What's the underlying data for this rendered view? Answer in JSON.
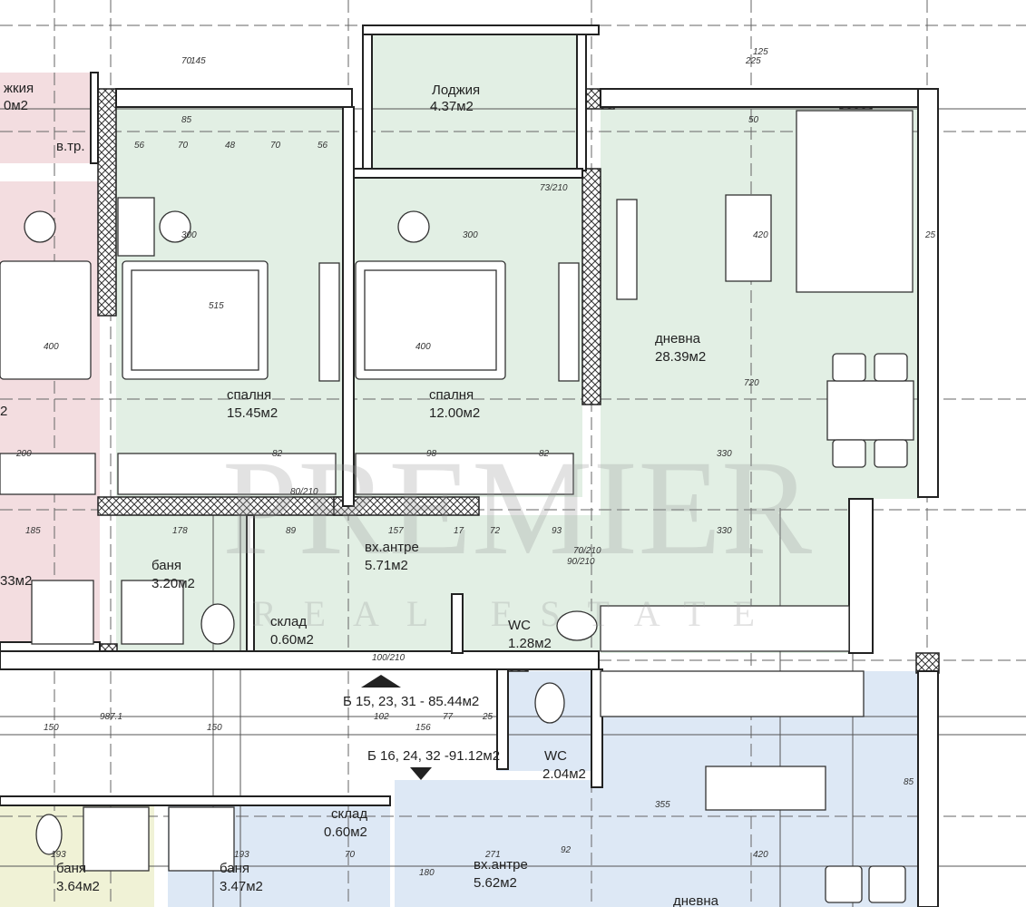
{
  "colors": {
    "green_room": "#e2efe4",
    "pink_room": "#f3dde0",
    "blue_room": "#dde8f5",
    "yellow_room": "#f0f2d6",
    "wall": "#222222"
  },
  "rooms": {
    "loggia_left": {
      "name": "жкия",
      "area": "0м2"
    },
    "vtr": "в.тр.",
    "loggia": {
      "name": "Лоджия",
      "area": "4.37м2"
    },
    "bedroom1": {
      "name": "спалня",
      "area": "15.45м2"
    },
    "bedroom2": {
      "name": "спалня",
      "area": "12.00м2"
    },
    "living1": {
      "name": "дневна",
      "area": "28.39м2"
    },
    "bath1": {
      "name": "баня",
      "area": "3.20м2"
    },
    "storage1": {
      "name": "склад",
      "area": "0.60м2"
    },
    "entry1": {
      "name": "вх.антре",
      "area": "5.71м2"
    },
    "wc1": {
      "name": "WC",
      "area": "1.28м2"
    },
    "left_partial_1": "2",
    "left_partial_2": "33м2",
    "wc2": {
      "name": "WC",
      "area": "2.04м2"
    },
    "storage2": {
      "name": "склад",
      "area": "0.60м2"
    },
    "bath2": {
      "name": "баня",
      "area": "3.64м2"
    },
    "bath3": {
      "name": "баня",
      "area": "3.47м2"
    },
    "entry2": {
      "name": "вх.антре",
      "area": "5.62м2"
    },
    "living2": {
      "name": "дневна"
    }
  },
  "apartments": {
    "upper": "Б 15, 23, 31 - 85.44м2",
    "lower": "Б 16, 24, 32 -91.12м2"
  },
  "dimensions": {
    "top": [
      "56",
      "70",
      "48",
      "70",
      "56"
    ],
    "window": [
      "70",
      "145",
      "85",
      "225",
      "125",
      "50",
      "25"
    ],
    "bedroom": [
      "300",
      "515",
      "400",
      "200",
      "82",
      "300",
      "400",
      "98",
      "82",
      "420",
      "720",
      "330"
    ],
    "hall": [
      "185",
      "178",
      "89",
      "157",
      "17",
      "72",
      "93",
      "330",
      "102",
      "77",
      "25",
      "987.1",
      "150",
      "150",
      "156",
      "180"
    ],
    "doors": [
      "70/210",
      "80/210",
      "90/210",
      "100/210",
      "73/210"
    ],
    "lower": [
      "193",
      "193",
      "70",
      "271",
      "92",
      "420",
      "355",
      "85"
    ]
  },
  "watermark": {
    "brand": "PREMIER",
    "sub": "REAL ESTATE"
  }
}
